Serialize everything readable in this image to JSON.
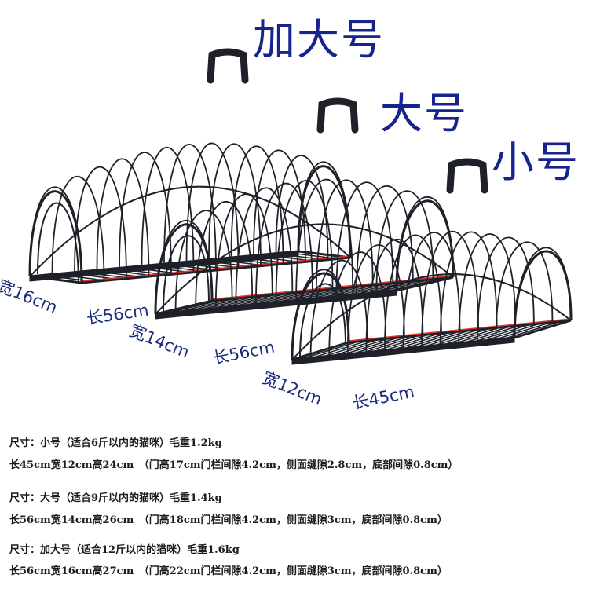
{
  "labels": {
    "extra_large": "加大号",
    "large": "大号",
    "small": "小号"
  },
  "dimensions": {
    "xl_width": "宽16cm",
    "xl_length": "长56cm",
    "l_width": "宽14cm",
    "l_length": "长56cm",
    "s_width": "宽12cm",
    "s_length": "长45cm"
  },
  "specs": {
    "small_title": "尺寸：小号（适合6斤以内的猫咪）毛重1.2kg",
    "small_detail": "长45cm宽12cm高24cm　（门高17cm门栏间隙4.2cm，侧面缝隙2.8cm，底部间隙0.8cm）",
    "large_title": "尺寸：大号（适合9斤以内的猫咪）毛重1.4kg",
    "large_detail": "长56cm宽14cm高26cm　（门高18cm门栏间隙4.2cm，侧面缝隙3cm，底部间隙0.8cm）",
    "xl_title": "尺寸：加大号（适合12斤以内的猫咪）毛重1.6kg",
    "xl_detail": "长56cm宽16cm高27cm　（门高22cm门栏间隙4.2cm，侧面缝隙3cm，底部间隙0.8cm）"
  },
  "colors": {
    "label_blue": "#17238f",
    "wire": "#1e2128",
    "measure_red": "#e0302a"
  },
  "icons": [
    "cage-extra-large",
    "cage-large",
    "cage-small",
    "carry-handle"
  ]
}
